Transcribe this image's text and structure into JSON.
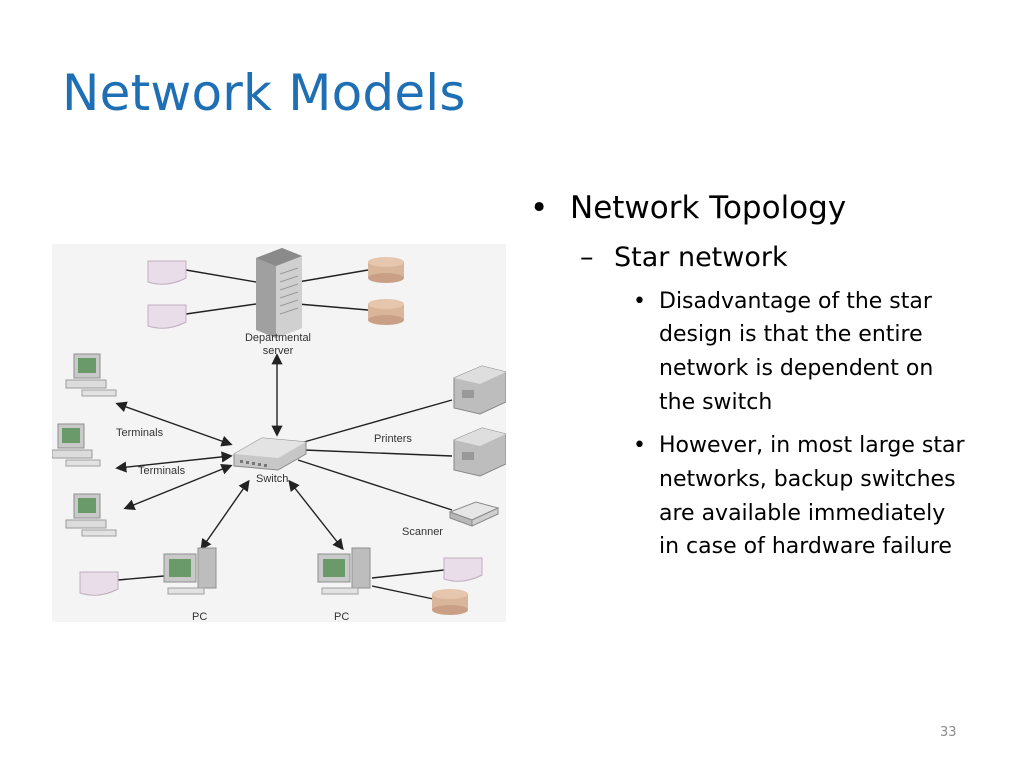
{
  "slide": {
    "title": "Network Models",
    "page_number": "33"
  },
  "bullets": {
    "level1": {
      "bullet": "•",
      "text": "Network Topology"
    },
    "level2": {
      "bullet": "–",
      "text": "Star network"
    },
    "level3": [
      {
        "bullet": "•",
        "text": "Disadvantage of the star design is that the entire network is dependent on the switch"
      },
      {
        "bullet": "•",
        "text": "However, in most large star networks, backup switches are available immediately in case of hardware failure"
      }
    ]
  },
  "diagram": {
    "labels": {
      "server": [
        "Departmental",
        "server"
      ],
      "terminals_top": "Terminals",
      "terminals_bottom": "Terminals",
      "printers": "Printers",
      "switch": "Switch",
      "scanner": "Scanner",
      "pc_left": "PC",
      "pc_right": "PC"
    },
    "colors": {
      "document": "#e9dde9",
      "disk": "#d9b59a",
      "device": "#c9c9c9",
      "screen": "#6a9a6a",
      "line": "#222222"
    }
  }
}
